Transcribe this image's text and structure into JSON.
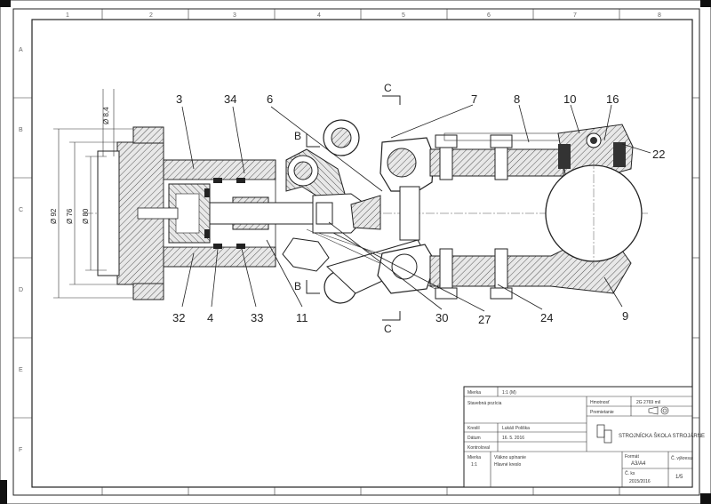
{
  "drawing": {
    "part_labels": [
      "3",
      "34",
      "6",
      "7",
      "8",
      "10",
      "16",
      "22",
      "32",
      "4",
      "33",
      "11",
      "30",
      "27",
      "24",
      "9"
    ],
    "section_labels": {
      "c_top": "C",
      "c_bottom": "C",
      "b_top": "B",
      "b_bottom": "B"
    },
    "dimensions": {
      "d1": "Ø 8,4",
      "d2": "Ø 92",
      "d3": "Ø 76",
      "d4": "Ø 80"
    },
    "border_columns": [
      "1",
      "2",
      "3",
      "4",
      "5",
      "6",
      "7",
      "8"
    ],
    "border_rows": [
      "A",
      "B",
      "C",
      "D",
      "E",
      "F"
    ]
  },
  "title_block": {
    "r1a": "Mierka",
    "r1b": "1:1 (M)",
    "r2": "Stavebná pozícia",
    "hmotnost_label": "Hmotnosť",
    "hmotnost_value": "2G 2769 mil",
    "r3a": "Kreslil",
    "r3b": "Lukáš Poliška",
    "premietanie_label": "Premietanie",
    "r4a": "Dátum",
    "r4b": "16. 5. 2016",
    "school": "STROJNÍCKA ŠKOLA STROJÁRNE",
    "r5": "Kontroloval",
    "r6a": "Mierka",
    "r6b": "1:1",
    "name1": "Vlákno upínanie",
    "name2": "Hlavné kreslo",
    "format_label": "Formát",
    "format_value": "A3/A4",
    "cislo_label": "Č. výkresu",
    "cislo_value": "1/5",
    "ks_label": "Č. ks",
    "ks_value": "2015/2016"
  }
}
